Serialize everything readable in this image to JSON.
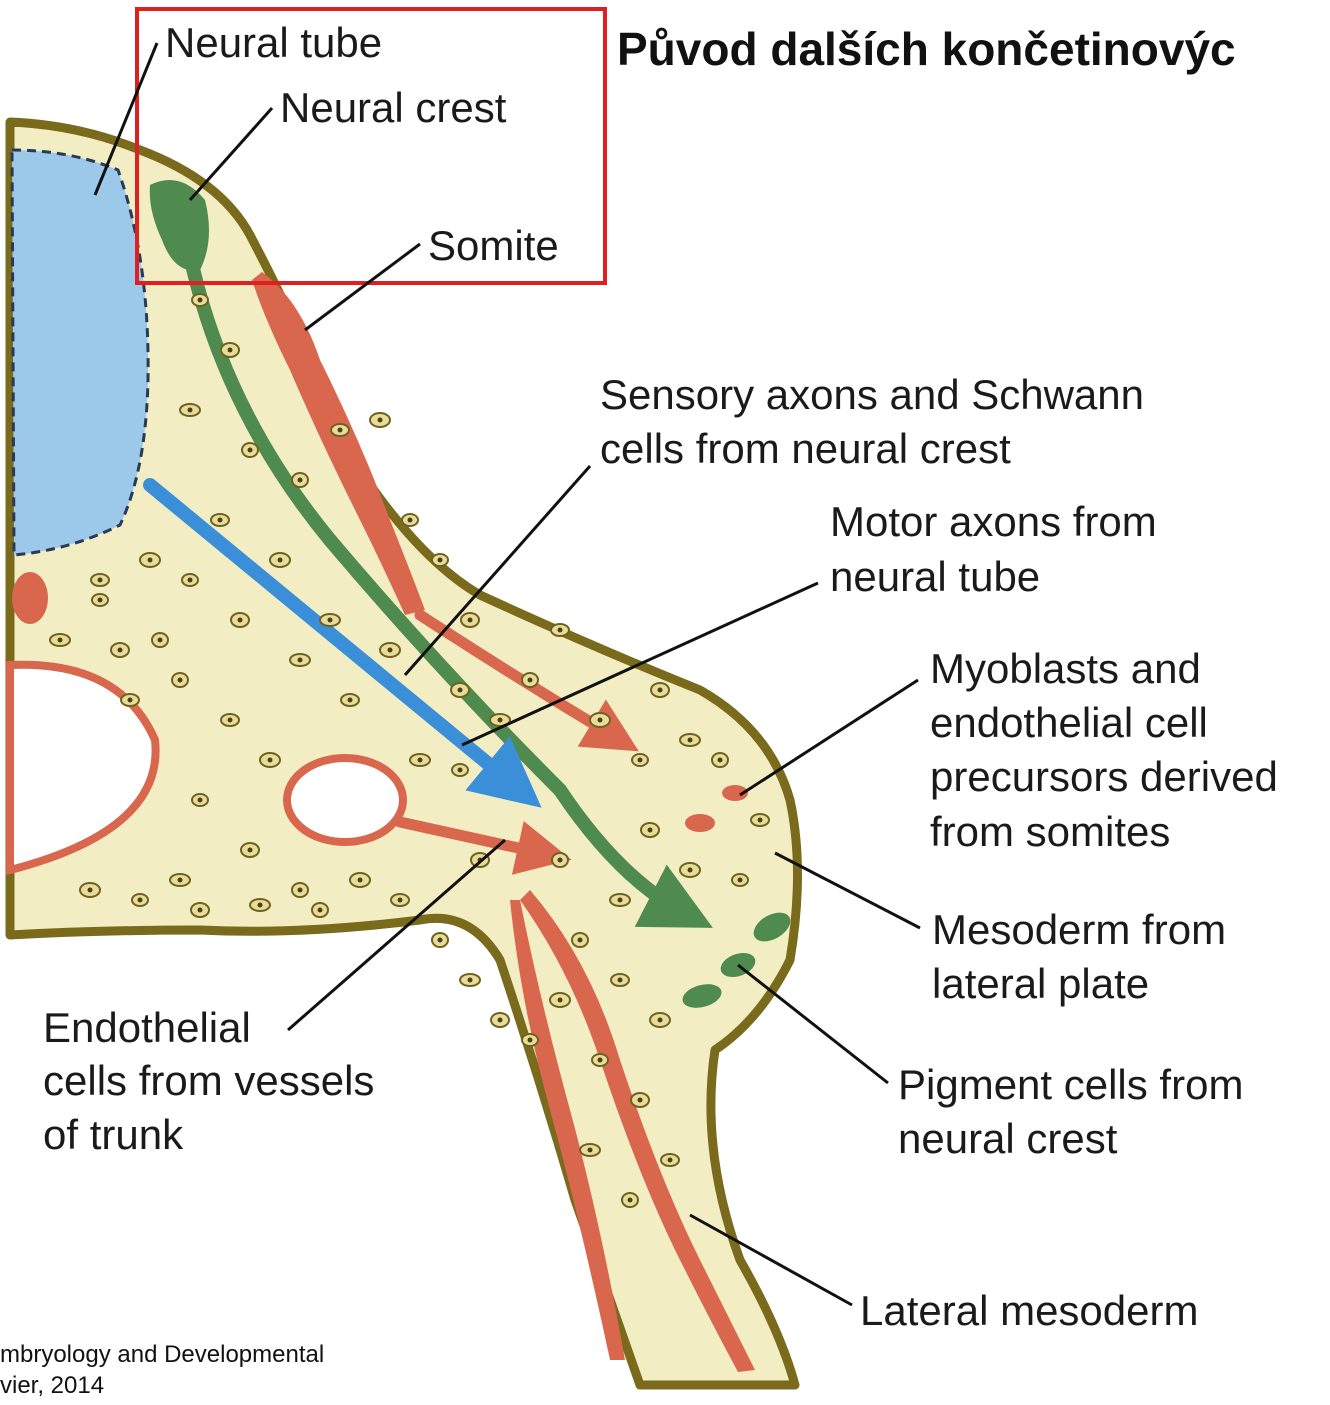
{
  "title": "Původ dalších končetinovýc",
  "labels": {
    "neural_tube": "Neural tube",
    "neural_crest": "Neural crest",
    "somite": "Somite",
    "sensory": [
      "Sensory axons and Schwann",
      "cells from neural crest"
    ],
    "motor": [
      "Motor axons from",
      "neural tube"
    ],
    "myoblasts": [
      "Myoblasts and",
      "endothelial cell",
      "precursors derived",
      "from somites"
    ],
    "mesoderm_lateral_plate": [
      "Mesoderm from",
      "lateral plate"
    ],
    "pigment": [
      "Pigment cells from",
      "neural crest"
    ],
    "endothelial": [
      "Endothelial",
      "cells from vessels",
      "of trunk"
    ],
    "lateral_mesoderm": "Lateral mesoderm"
  },
  "citation": [
    "mbryology and Developmental",
    "vier, 2014"
  ],
  "colors": {
    "tissue_fill": "#f3edc4",
    "tissue_border": "#7a6a1c",
    "neural_tube_fill": "#9cc8ea",
    "somite_red": "#d8674e",
    "neural_crest_green": "#4f8a4f",
    "motor_axon_blue": "#3a8fd8",
    "highlight_box": "#e02020"
  }
}
